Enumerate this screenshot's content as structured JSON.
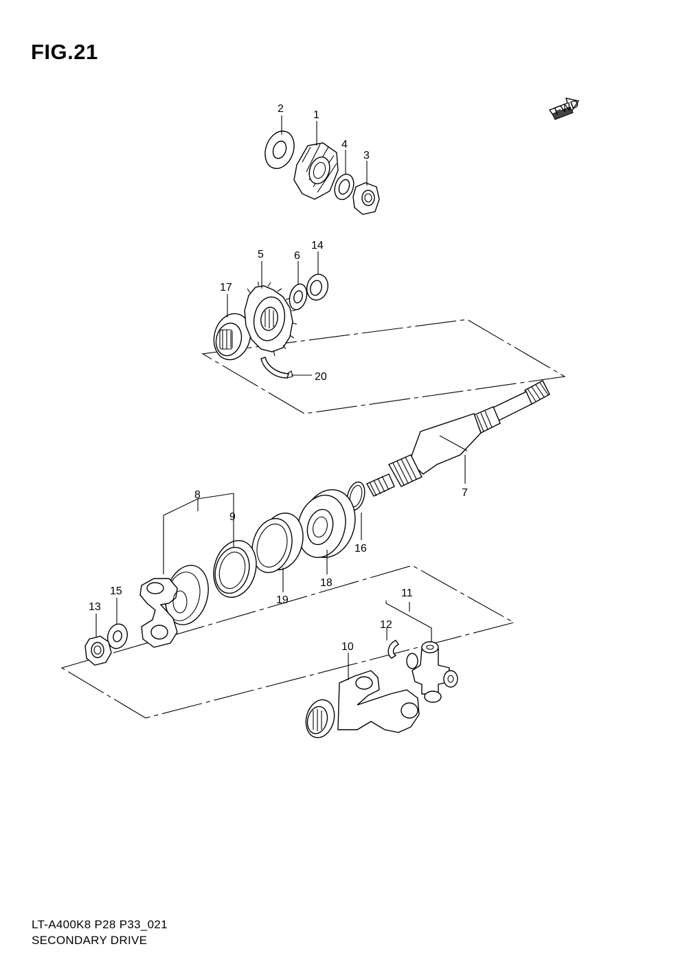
{
  "figure": {
    "title": "FIG.21",
    "fwd_label": "FWD"
  },
  "footer": {
    "model_code": "LT-A400K8 P28 P33_021",
    "section_name": "SECONDARY DRIVE"
  },
  "callouts": {
    "c1": "1",
    "c2": "2",
    "c3": "3",
    "c4": "4",
    "c5": "5",
    "c6": "6",
    "c7": "7",
    "c8": "8",
    "c9": "9",
    "c10": "10",
    "c11": "11",
    "c12": "12",
    "c13": "13",
    "c14": "14",
    "c15": "15",
    "c16": "16",
    "c17": "17",
    "c18": "18",
    "c19": "19",
    "c20": "20"
  }
}
